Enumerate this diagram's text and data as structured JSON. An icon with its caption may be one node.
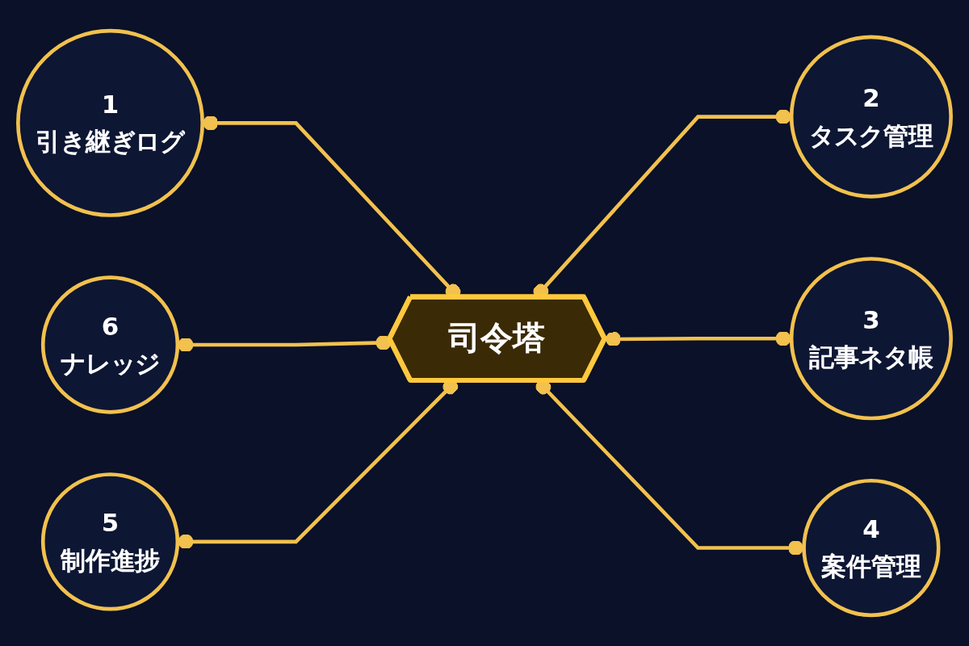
{
  "diagram": {
    "nodes": [
      {
        "text": [
          "司令塔"
        ]
      },
      {
        "text": [
          "1",
          "引き継ぎログ"
        ]
      },
      {
        "text": [
          "2",
          "タスク管理"
        ]
      },
      {
        "text": [
          "3",
          "記事ネタ帳"
        ]
      },
      {
        "text": [
          "4",
          "案件管理"
        ]
      },
      {
        "text": [
          "5",
          "制作進捗"
        ]
      },
      {
        "text": [
          "6",
          "ナレッジ"
        ]
      }
    ],
    "edges": [
      {
        "from": 1,
        "to": 0,
        "arrow": "other"
      },
      {
        "from": 0,
        "to": 2,
        "arrow": "other"
      },
      {
        "from": 6,
        "to": 0,
        "arrow": "other"
      },
      {
        "from": 0,
        "to": 3,
        "arrow": "other"
      },
      {
        "from": 5,
        "to": 0,
        "arrow": "other"
      },
      {
        "from": 0,
        "to": 4,
        "arrow": "other"
      }
    ]
  }
}
